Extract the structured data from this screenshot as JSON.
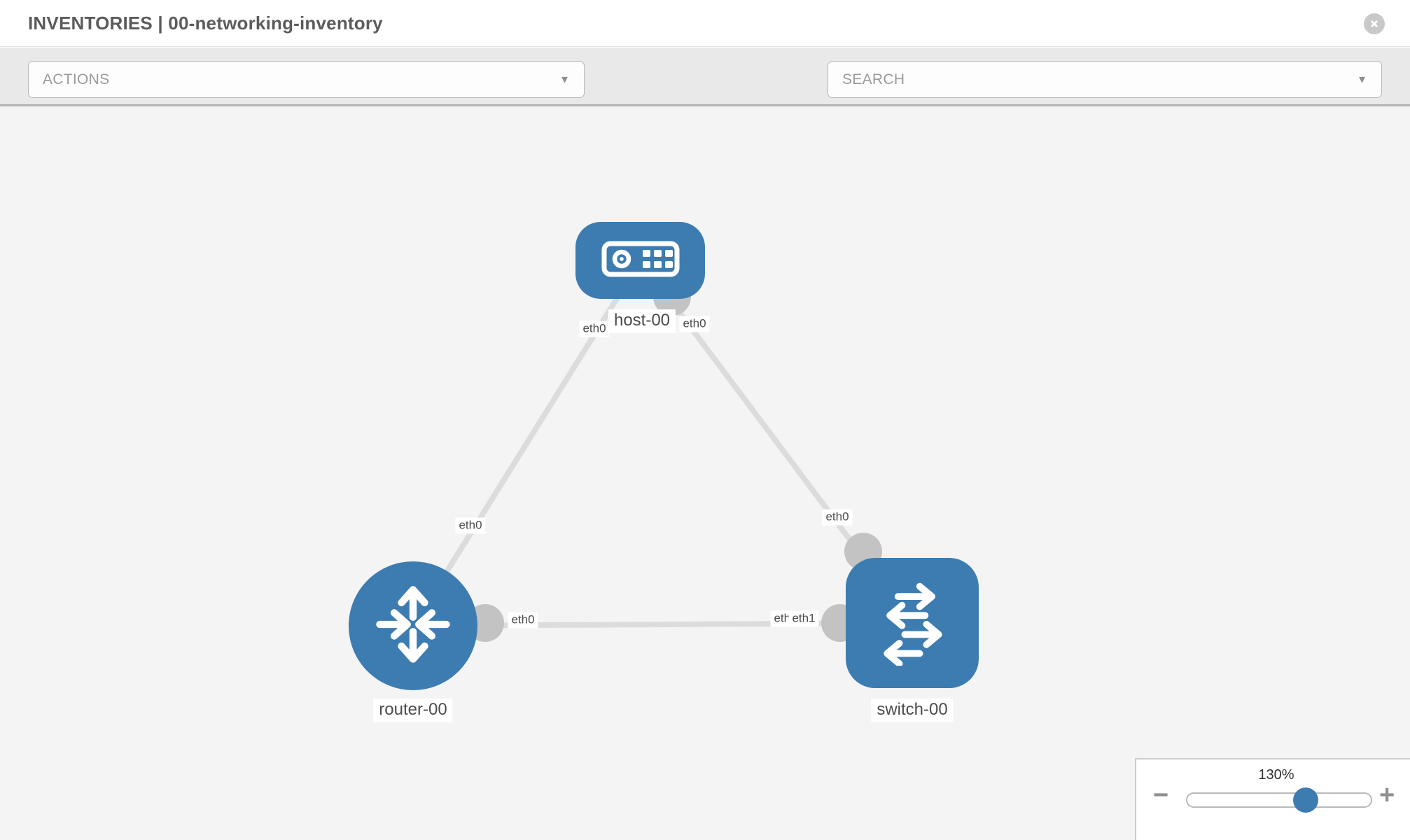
{
  "header": {
    "title": "INVENTORIES | 00-networking-inventory"
  },
  "toolbar": {
    "actions": {
      "placeholder": "ACTIONS"
    },
    "search": {
      "placeholder": "SEARCH"
    },
    "tools": [
      {
        "icon": "wrench-icon"
      },
      {
        "icon": "key-icon"
      }
    ],
    "caret": "▼"
  },
  "topology": {
    "nodes": [
      {
        "id": "host-00",
        "type": "host",
        "label": "host-00",
        "shape": "rounded-rect"
      },
      {
        "id": "router-00",
        "type": "router",
        "label": "router-00",
        "shape": "circle"
      },
      {
        "id": "switch-00",
        "type": "switch",
        "label": "switch-00",
        "shape": "rounded-square"
      }
    ],
    "links": [
      {
        "source": "router-00",
        "target": "host-00",
        "source_interface": "eth0",
        "target_interface": "eth0"
      },
      {
        "source": "host-00",
        "target": "switch-00",
        "source_interface": "eth0",
        "target_interface": "eth0"
      },
      {
        "source": "router-00",
        "target": "switch-00",
        "source_interface": "eth0",
        "target_interface": "eth1",
        "occluded_label": "eth0"
      }
    ]
  },
  "zoom_control": {
    "level": "130%",
    "minus_label": "−",
    "plus_label": "+"
  },
  "colors": {
    "node_blue": "#3d7cb1",
    "link_gray": "#dcdcdc",
    "interface_gray": "#c3c3c3",
    "toolbar_gray": "#e9e9e9",
    "canvas_gray": "#f4f4f4"
  }
}
